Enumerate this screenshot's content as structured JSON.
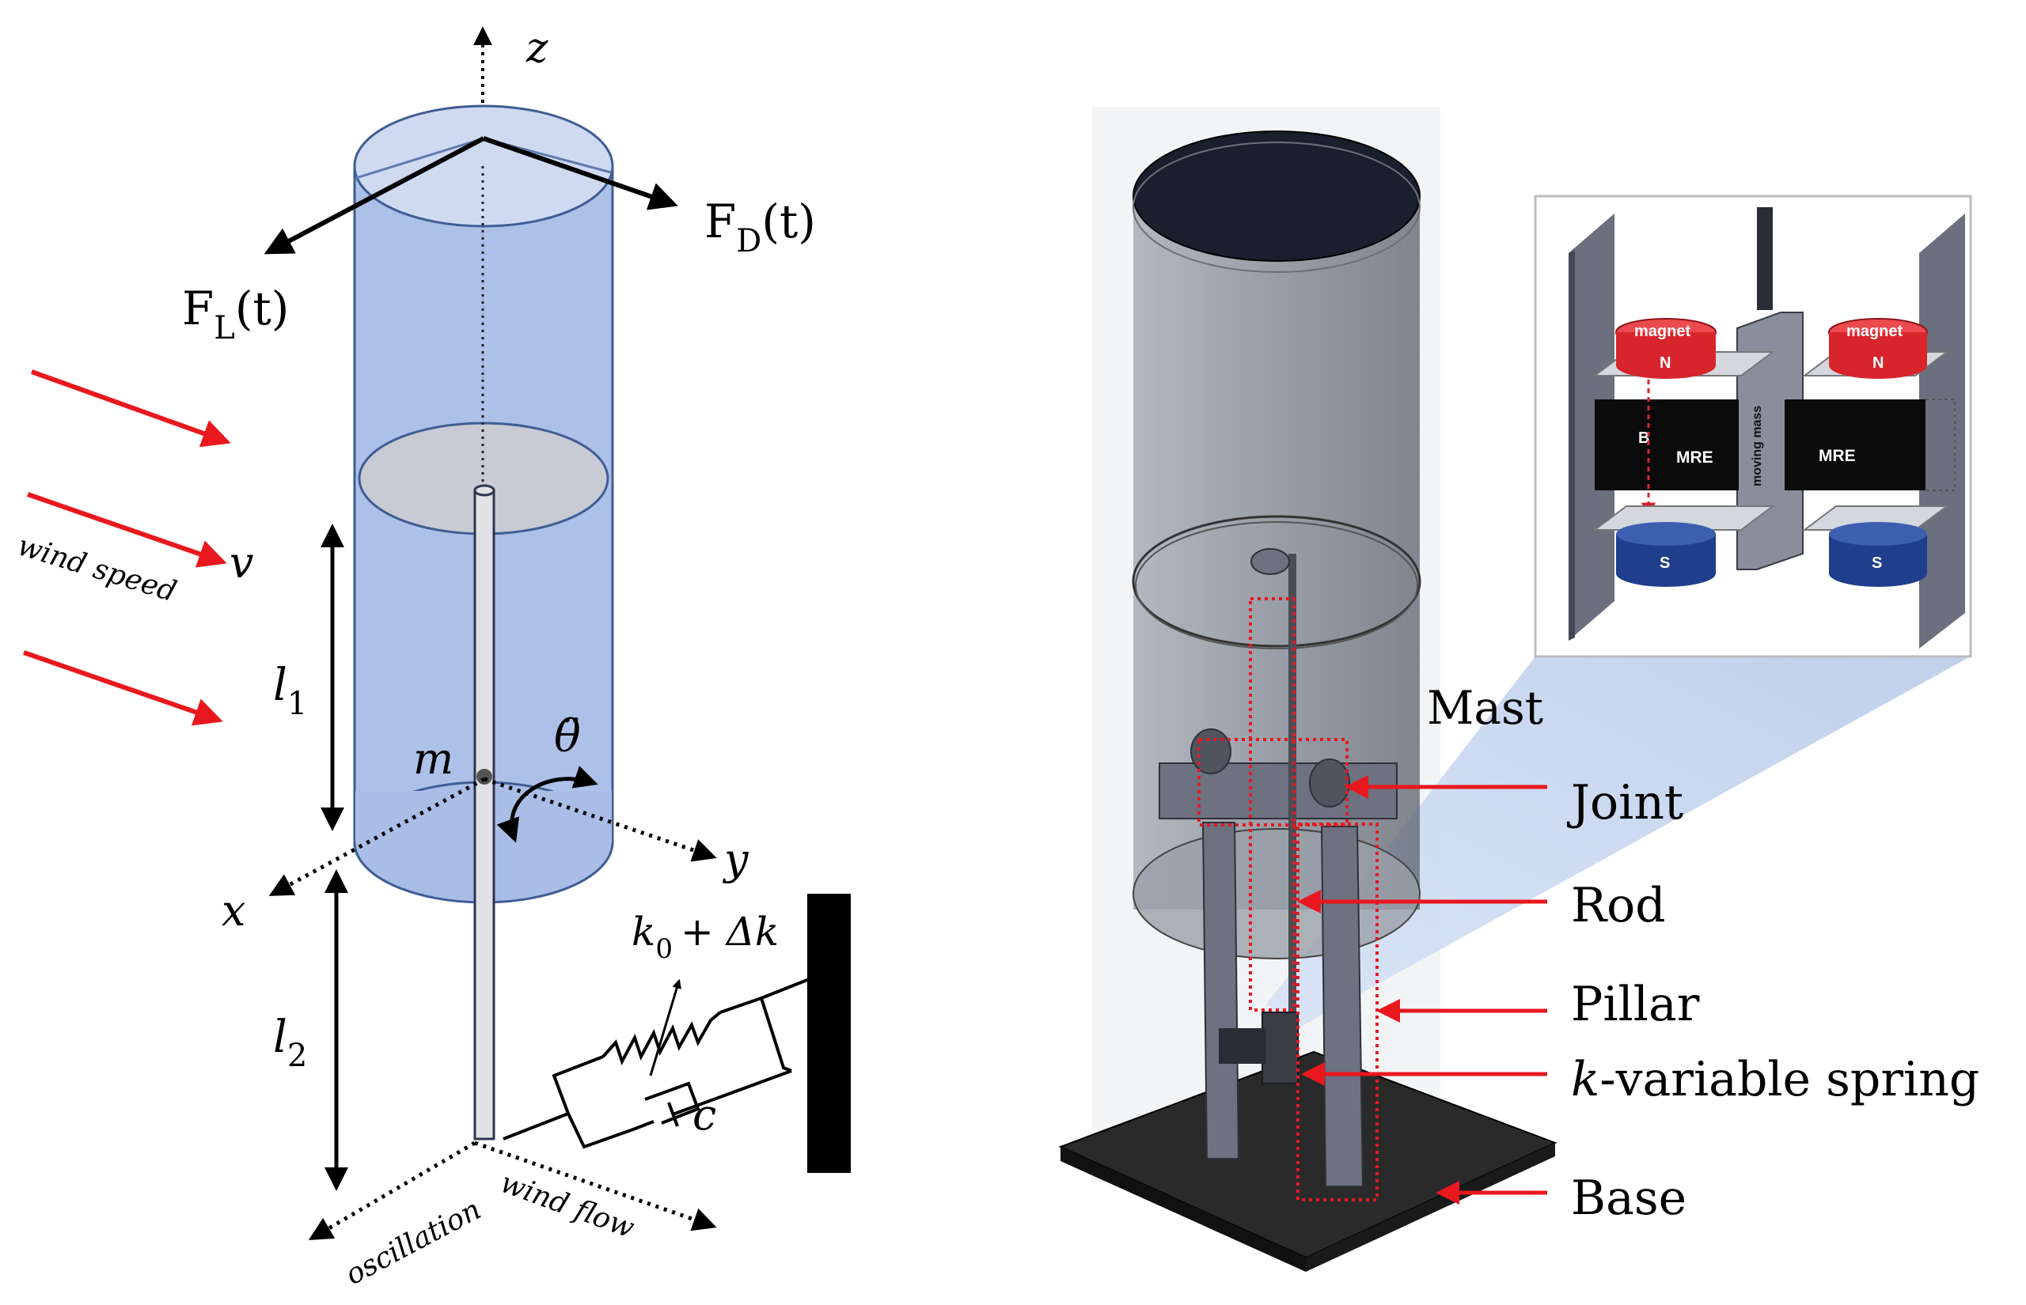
{
  "left_diagram": {
    "axes": {
      "z": "z",
      "x": "x",
      "y": "y"
    },
    "forces": {
      "drag": "F",
      "drag_sub": "D",
      "drag_arg": "(t)",
      "lift": "F",
      "lift_sub": "L",
      "lift_arg": "(t)"
    },
    "wind": {
      "speed_text": "wind  speed",
      "speed_symbol": "v",
      "flow_text": "wind flow",
      "oscillation_text": "oscillation"
    },
    "lengths": {
      "l1_base": "l",
      "l1_sub": "1",
      "l2_base": "l",
      "l2_sub": "2"
    },
    "mass": "m",
    "angular_acc": "θ̈",
    "spring": {
      "k_base": "k",
      "k_sub": "0",
      "k_rest": "+ Δk",
      "damper": "c"
    },
    "colors": {
      "cylinder_fill": "#a9bde6",
      "cylinder_stroke": "#3f5d94",
      "arrow_red": "#e8181e",
      "disk_fill": "#c8cbd4"
    }
  },
  "right_model": {
    "callouts": [
      "Joint",
      "Rod",
      "Pillar",
      "k-variable spring",
      "Base"
    ],
    "callout_spring_italic": "k",
    "callout_spring_rest": "-variable spring",
    "mast_label": "Mast",
    "colors": {
      "callout_red": "#e8181e",
      "highlight_blue": "#c9d7ef"
    },
    "inset": {
      "top_magnet_left": "magnet",
      "top_magnet_right": "magnet",
      "north": "N",
      "south": "S",
      "mre_left": "MRE",
      "mre_right": "MRE",
      "field": "B",
      "moving_mass": "moving mass",
      "colors": {
        "magnet_red": "#d8252c",
        "magnet_blue": "#1f3f8c",
        "mre_black": "#0b0b0b",
        "plate_gray": "#6b6f7e"
      }
    }
  }
}
